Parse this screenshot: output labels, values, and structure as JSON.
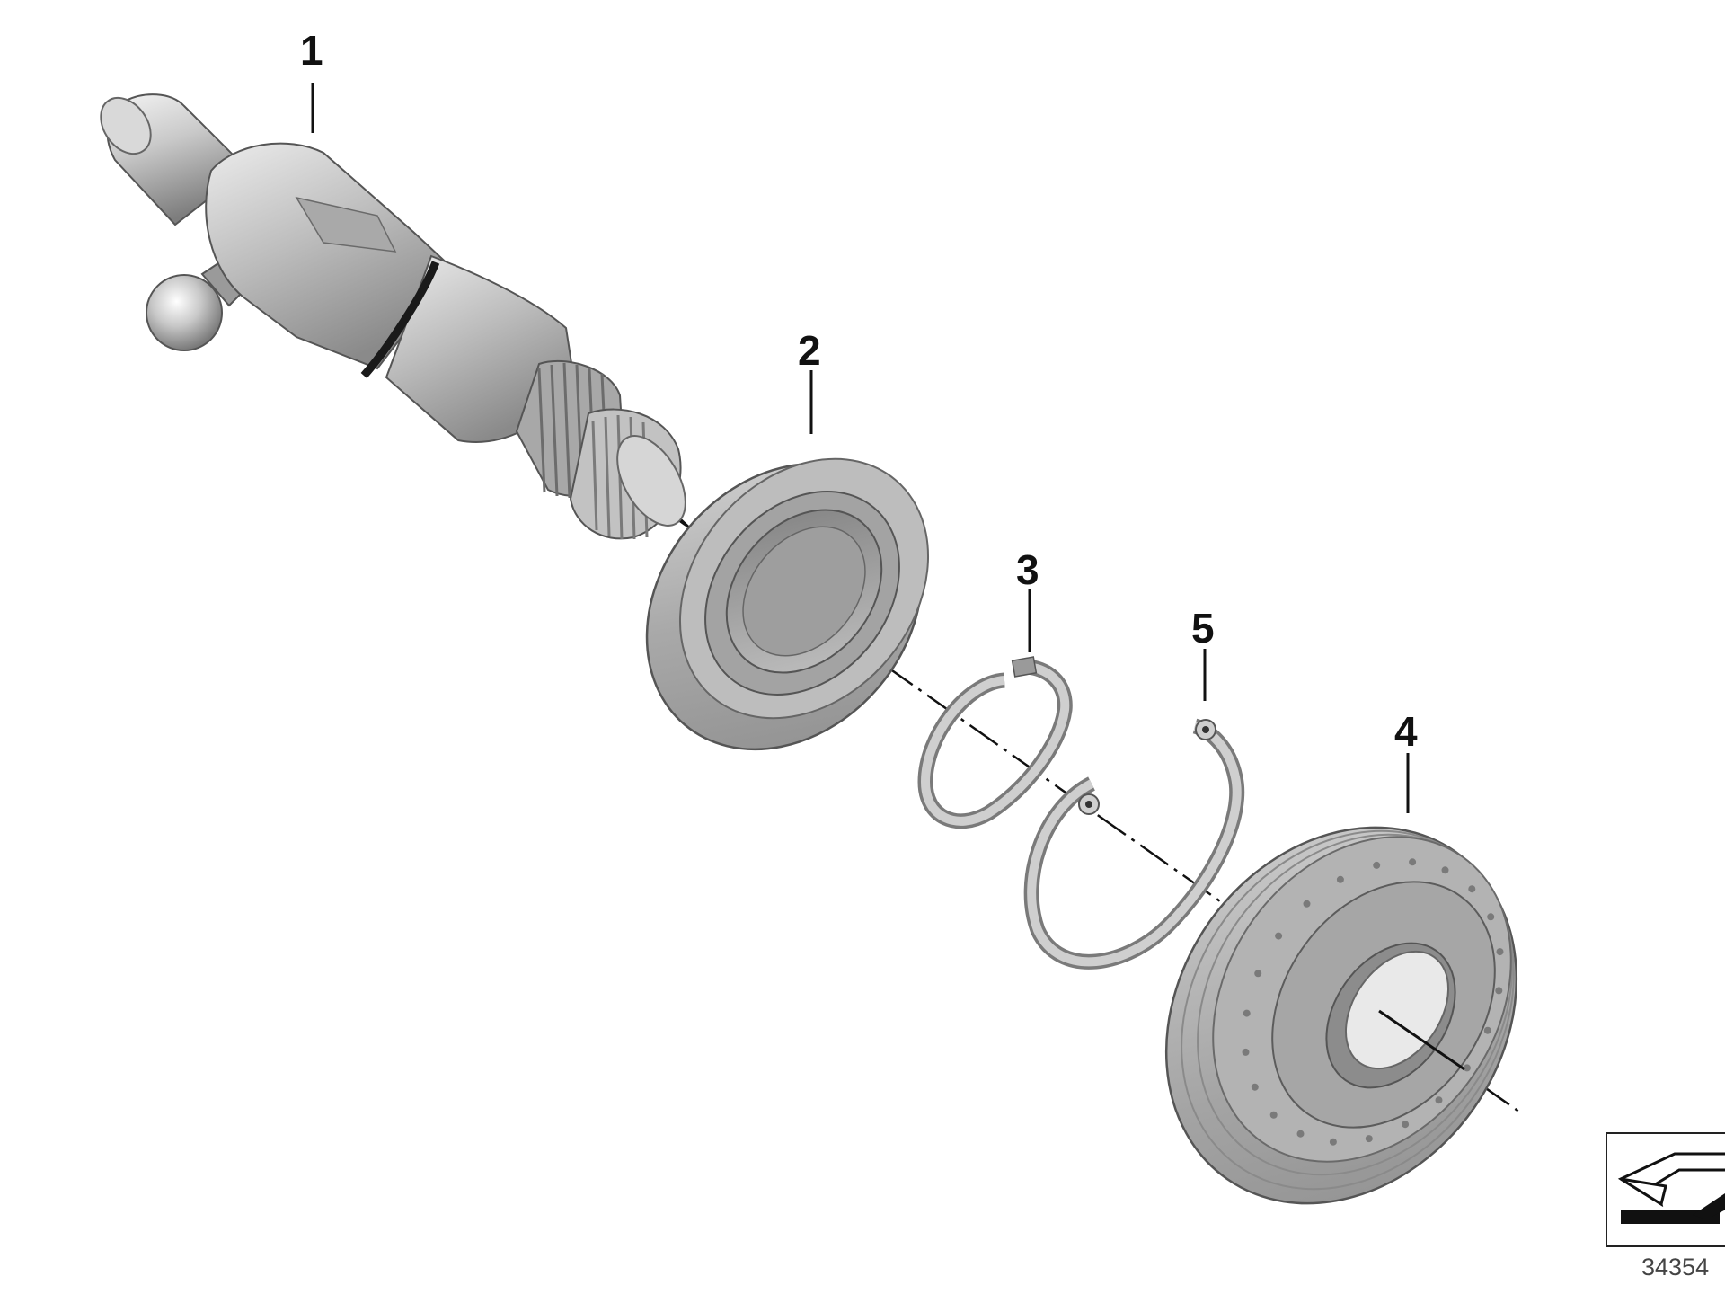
{
  "diagram": {
    "callouts": [
      {
        "id": "1",
        "label": "1"
      },
      {
        "id": "2",
        "label": "2"
      },
      {
        "id": "3",
        "label": "3"
      },
      {
        "id": "4",
        "label": "4"
      },
      {
        "id": "5",
        "label": "5"
      }
    ],
    "part_number": "34354",
    "colors": {
      "metal_light": "#e6e6e6",
      "metal_mid": "#b4b4b4",
      "metal_dark": "#6e6e6e",
      "line": "#111111"
    }
  }
}
